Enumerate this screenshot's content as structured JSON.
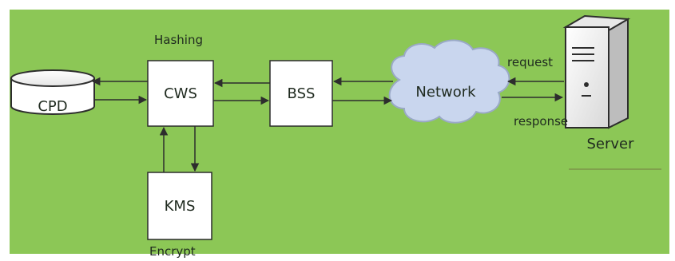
{
  "colors": {
    "background": "#8cc756",
    "box_fill": "#ffffff",
    "line": "#2d2d2d",
    "cloud": "#c9d6ee"
  },
  "diagram": {
    "hashing_label": "Hashing",
    "encrypt_label": "Encrypt",
    "nodes": {
      "cpd": "CPD",
      "cws": "CWS",
      "bss": "BSS",
      "kms": "KMS",
      "network": "Network",
      "server": "Server"
    },
    "edges": {
      "request": "request",
      "response": "response"
    }
  }
}
